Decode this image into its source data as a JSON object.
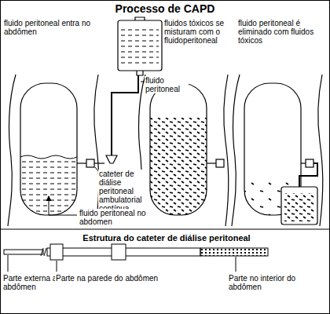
{
  "diagram": {
    "title": "Processo de CAPD",
    "labels": [
      "fluido peritoneal entra no abdômen",
      "fluidos tóxicos se misturam com o fluidoperitoneal",
      "fluido peritoneal é eliminado com fluidos tóxicos",
      "fluido peritoneal",
      "cateter de diálise peritoneal ambulatorial contínua",
      "fluido peritoneal no abdomen",
      "Estrutura do cateter de diálise peritoneal",
      "Parte externa ao abdômen",
      "Parte na parede do abdômen",
      "Parte no interior do abdômen"
    ]
  }
}
